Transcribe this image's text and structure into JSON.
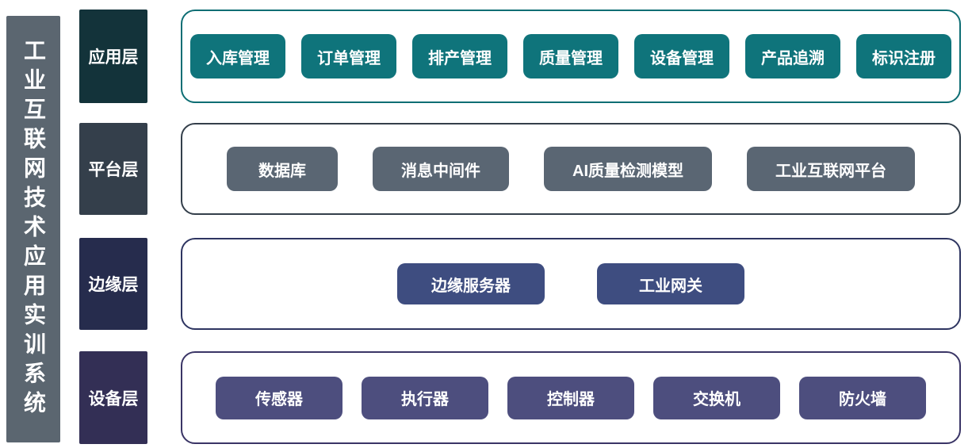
{
  "title": "工业互联网技术应用实训系统",
  "layers": [
    {
      "label": "应用层",
      "label_bg": "#13333a",
      "accent": "#0e6e74",
      "btn_bg": "#0f747b",
      "items": [
        "入库管理",
        "订单管理",
        "排产管理",
        "质量管理",
        "设备管理",
        "产品追溯",
        "标识注册"
      ]
    },
    {
      "label": "平台层",
      "label_bg": "#343f4b",
      "accent": "#343f4b",
      "btn_bg": "#5a6673",
      "items": [
        "数据库",
        "消息中间件",
        "AI质量检测模型",
        "工业互联网平台"
      ]
    },
    {
      "label": "边缘层",
      "label_bg": "#262c4d",
      "accent": "#2e3561",
      "btn_bg": "#3e4d80",
      "items": [
        "边缘服务器",
        "工业网关"
      ]
    },
    {
      "label": "设备层",
      "label_bg": "#332f55",
      "accent": "#3a3566",
      "btn_bg": "#4d4e7e",
      "items": [
        "传感器",
        "执行器",
        "控制器",
        "交换机",
        "防火墙"
      ]
    }
  ]
}
